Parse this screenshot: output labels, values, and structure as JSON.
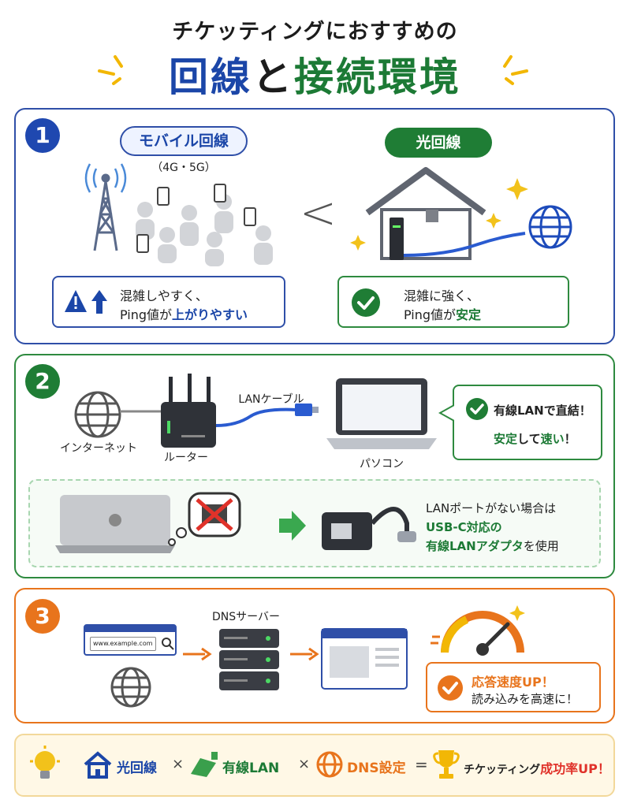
{
  "header": {
    "subtitle": "チケッティングにおすすめの",
    "title_part1": "回線",
    "title_part2": "と",
    "title_part3": "接続環境"
  },
  "section1": {
    "number": "1",
    "mobile_label": "モバイル回線",
    "mobile_sub": "（4G・5G）",
    "compare": "<",
    "fiber_label": "光回線",
    "mobile_note_line1": "混雑しやすく、",
    "mobile_note_line2a": "Ping値が",
    "mobile_note_line2b": "上がりやすい",
    "fiber_note_line1": "混雑に強く、",
    "fiber_note_line2a": "Ping値が",
    "fiber_note_line2b": "安定"
  },
  "section2": {
    "number": "2",
    "internet_label": "インターネット",
    "router_label": "ルーター",
    "cable_label": "LANケーブル",
    "pc_label": "パソコン",
    "callout_line1": "有線LANで直結！",
    "callout_line2a": "安定",
    "callout_line2b": "して",
    "callout_line2c": "速い",
    "callout_line2d": "！",
    "adapter_line1": "LANポートがない場合は",
    "adapter_line2": "USB-C対応の",
    "adapter_line3a": "有線LANアダプタ",
    "adapter_line3b": "を使用"
  },
  "section3": {
    "number": "3",
    "url": "www.example.com",
    "dns_label": "DNSサーバー",
    "result_line1": "応答速度UP！",
    "result_line2": "読み込みを高速に！"
  },
  "footer": {
    "item1": "光回線",
    "times1": "×",
    "item2": "有線LAN",
    "times2": "×",
    "item3": "DNS設定",
    "equals": "=",
    "result_a": "チケッティング",
    "result_b": "成功率UP！"
  },
  "colors": {
    "blue": "#1b46a8",
    "green": "#1c7a35",
    "orange": "#e8741c"
  }
}
